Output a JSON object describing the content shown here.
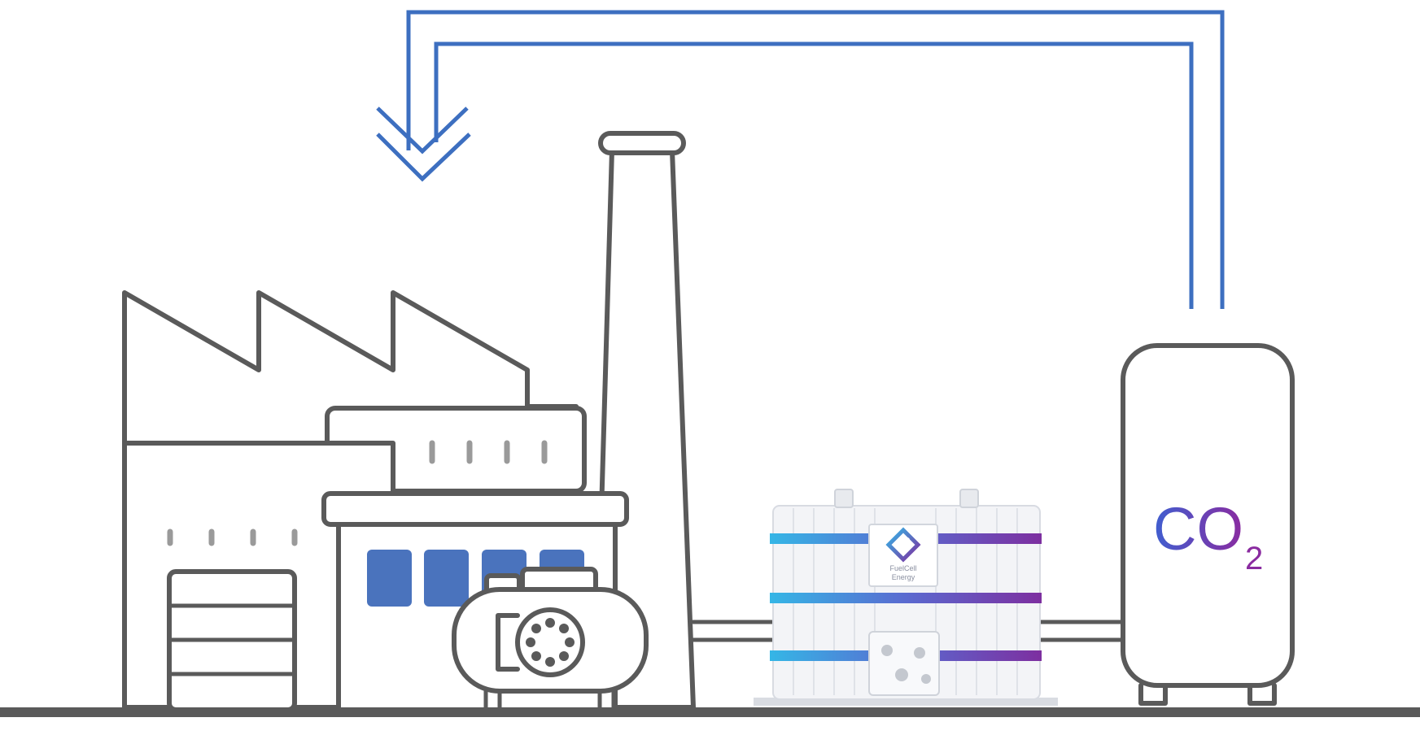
{
  "colors": {
    "outline": "#5a5a5a",
    "flow_arrow": "#3d6fc0",
    "window_fill": "#4a73bd",
    "co2_blue": "#3f5fd0",
    "co2_purple": "#8a2ba0",
    "band_cyan": "#35b6e6",
    "band_purple": "#7d2fa0"
  },
  "fuel_cell": {
    "brand_line1": "FuelCell",
    "brand_line2": "Energy"
  },
  "tank": {
    "label_main": "CO",
    "label_sub": "2"
  }
}
